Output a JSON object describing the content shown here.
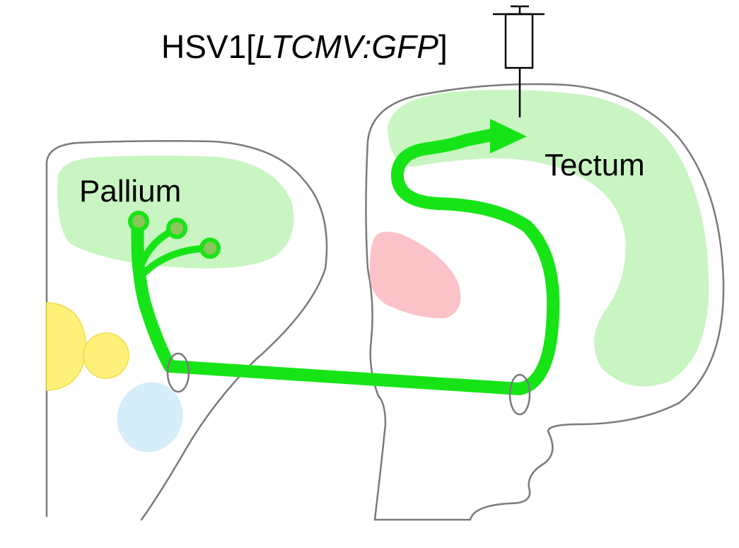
{
  "injection": {
    "label_prefix": "HSV1[",
    "label_italic": "LTCMV:GFP",
    "label_suffix": "]"
  },
  "regions": {
    "pallium": "Pallium",
    "tectum": "Tectum"
  },
  "colors": {
    "tract": "#17e417",
    "pallium_fill": "#c9f5c3",
    "tectum_fill": "#c9f5c3",
    "yellow_nucleus": "#fff07a",
    "blue_nucleus": "#d6eefa",
    "pink_nucleus": "#fbc3c8",
    "outline": "#7a7a7a",
    "soma_fill": "#8cc55a"
  }
}
